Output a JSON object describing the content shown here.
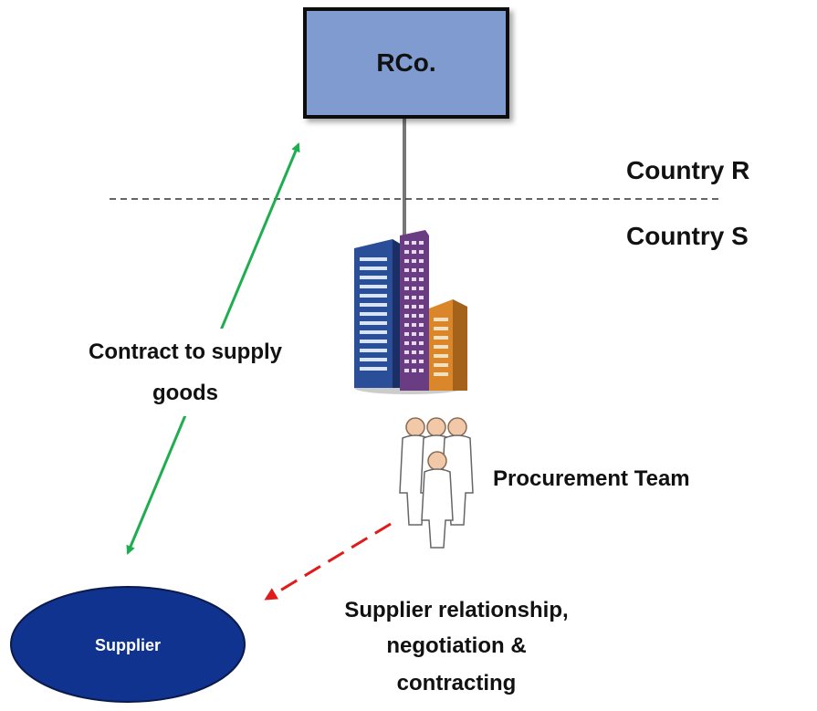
{
  "entities": {
    "parent_company": "RCo.",
    "supplier": "Supplier"
  },
  "countries": {
    "upper": "Country R",
    "lower": "Country S"
  },
  "labels": {
    "contract_line1": "Contract to supply",
    "contract_line2": "goods",
    "procurement_team": "Procurement Team",
    "relationship_line1": "Supplier relationship,",
    "relationship_line2": "negotiation &",
    "relationship_line3": "contracting"
  },
  "colors": {
    "rco_box_fill": "#7f9bd0",
    "supplier_fill": "#10338f",
    "contract_arrow": "#1fae4f",
    "relationship_arrow": "#e01b1b",
    "ownership_line": "#777777",
    "border_line": "#333333"
  },
  "icons": {
    "subsidiary": "office-buildings-icon",
    "team": "people-group-icon"
  }
}
